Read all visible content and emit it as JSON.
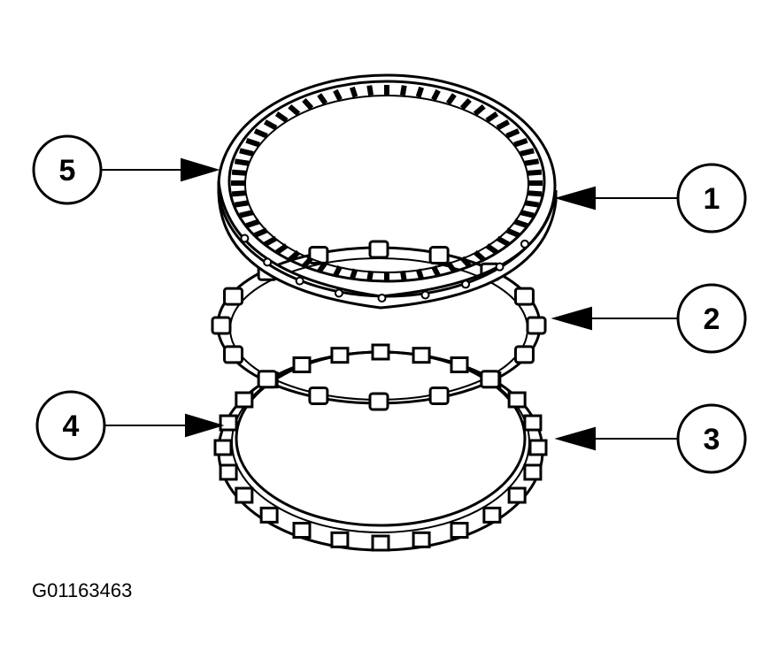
{
  "figure_id": "G01163463",
  "callouts": [
    {
      "number": "5",
      "part": "outer-ring"
    },
    {
      "number": "1",
      "part": "outer-ring"
    },
    {
      "number": "2",
      "part": "spring-cage"
    },
    {
      "number": "4",
      "part": "inner-race-ring"
    },
    {
      "number": "3",
      "part": "inner-race-ring"
    }
  ],
  "colors": {
    "line": "#000000",
    "background": "#ffffff"
  }
}
